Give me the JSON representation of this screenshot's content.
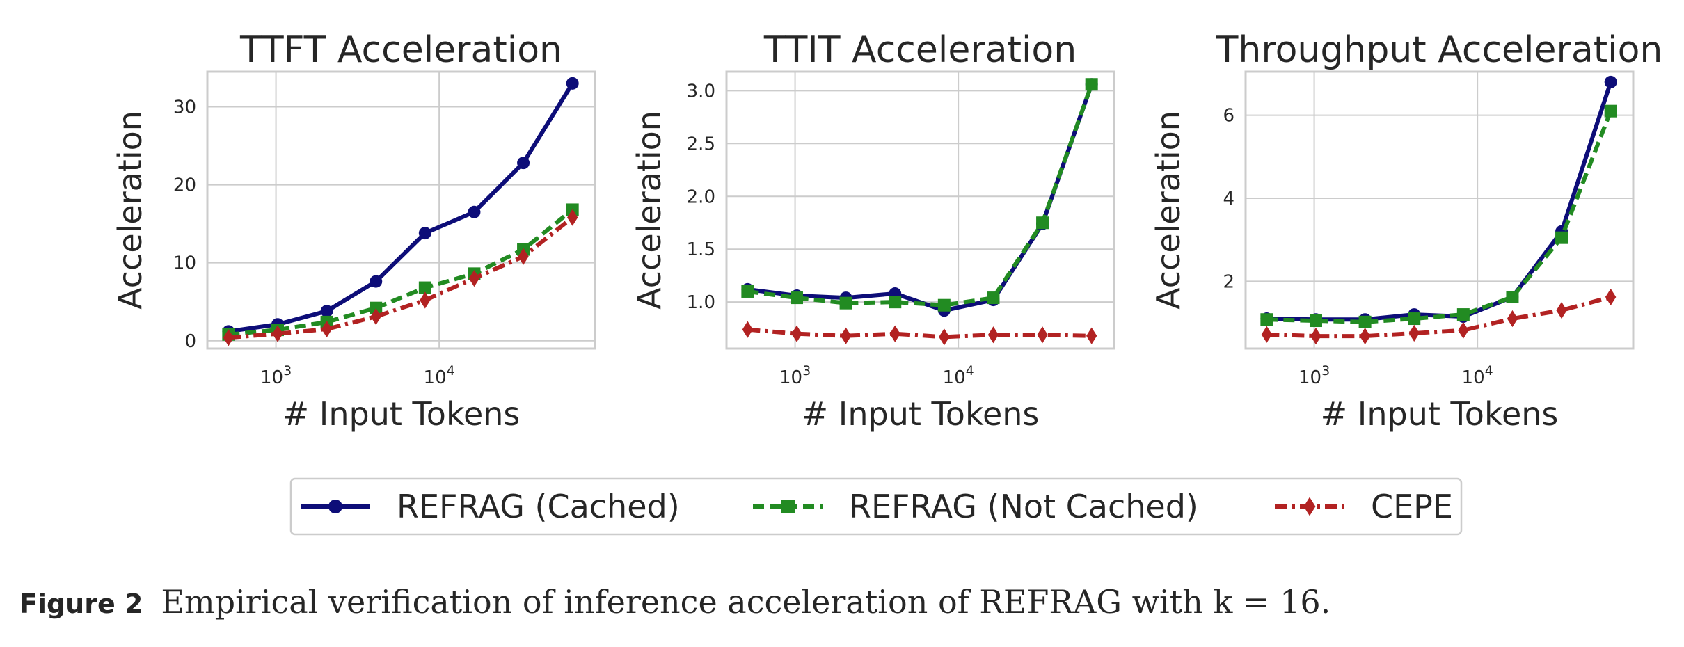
{
  "chart_data": [
    {
      "type": "line",
      "title": "TTFT Acceleration",
      "xlabel": "# Input Tokens",
      "ylabel": "Acceleration",
      "x_scale": "log",
      "x": [
        512,
        1024,
        2048,
        4096,
        8192,
        16384,
        32768,
        65536
      ],
      "xlim": [
        380,
        90000
      ],
      "ylim": [
        -1,
        34.5
      ],
      "x_ticks": [
        {
          "value": 1000,
          "label": "10^3"
        },
        {
          "value": 10000,
          "label": "10^4"
        }
      ],
      "y_ticks": [
        0,
        10,
        20,
        30
      ],
      "grid": true,
      "series": [
        {
          "name": "REFRAG (Cached)",
          "values": [
            1.2,
            2.1,
            3.8,
            7.6,
            13.8,
            16.5,
            22.8,
            33.0
          ]
        },
        {
          "name": "REFRAG (Not Cached)",
          "values": [
            0.8,
            1.4,
            2.4,
            4.2,
            6.8,
            8.6,
            11.7,
            16.8
          ]
        },
        {
          "name": "CEPE",
          "values": [
            0.4,
            0.9,
            1.5,
            3.1,
            5.2,
            8.0,
            10.8,
            15.8
          ]
        }
      ]
    },
    {
      "type": "line",
      "title": "TTIT Acceleration",
      "xlabel": "# Input Tokens",
      "ylabel": "Acceleration",
      "x_scale": "log",
      "x": [
        512,
        1024,
        2048,
        4096,
        8192,
        16384,
        32768,
        65536
      ],
      "xlim": [
        380,
        90000
      ],
      "ylim": [
        0.56,
        3.18
      ],
      "x_ticks": [
        {
          "value": 1000,
          "label": "10^3"
        },
        {
          "value": 10000,
          "label": "10^4"
        }
      ],
      "y_ticks": [
        1.0,
        1.5,
        2.0,
        2.5,
        3.0
      ],
      "y_tick_labels": [
        "1.0",
        "1.5",
        "2.0",
        "2.5",
        "3.0"
      ],
      "grid": true,
      "series": [
        {
          "name": "REFRAG (Cached)",
          "values": [
            1.12,
            1.06,
            1.04,
            1.08,
            0.92,
            1.02,
            1.74,
            3.06
          ]
        },
        {
          "name": "REFRAG (Not Cached)",
          "values": [
            1.1,
            1.04,
            0.99,
            1.0,
            0.97,
            1.04,
            1.75,
            3.06
          ]
        },
        {
          "name": "CEPE",
          "values": [
            0.74,
            0.7,
            0.68,
            0.7,
            0.67,
            0.69,
            0.69,
            0.68
          ]
        }
      ]
    },
    {
      "type": "line",
      "title": "Throughput Acceleration",
      "xlabel": "# Input Tokens",
      "ylabel": "Acceleration",
      "x_scale": "log",
      "x": [
        512,
        1024,
        2048,
        4096,
        8192,
        16384,
        32768,
        65536
      ],
      "xlim": [
        380,
        90000
      ],
      "ylim": [
        0.38,
        7.05
      ],
      "x_ticks": [
        {
          "value": 1000,
          "label": "10^3"
        },
        {
          "value": 10000,
          "label": "10^4"
        }
      ],
      "y_ticks": [
        2,
        4,
        6
      ],
      "grid": true,
      "series": [
        {
          "name": "REFRAG (Cached)",
          "values": [
            1.1,
            1.08,
            1.08,
            1.2,
            1.15,
            1.62,
            3.2,
            6.8
          ]
        },
        {
          "name": "REFRAG (Not Cached)",
          "values": [
            1.08,
            1.05,
            1.02,
            1.1,
            1.2,
            1.62,
            3.05,
            6.1
          ]
        },
        {
          "name": "CEPE",
          "values": [
            0.72,
            0.68,
            0.68,
            0.75,
            0.82,
            1.1,
            1.3,
            1.62
          ]
        }
      ]
    }
  ],
  "legend": {
    "placement": "bottom-center",
    "items": [
      {
        "label": "REFRAG (Cached)",
        "color": "#0d0d78",
        "marker": "circle",
        "dash": "solid"
      },
      {
        "label": "REFRAG (Not Cached)",
        "color": "#228b22",
        "marker": "square",
        "dash": "dashed"
      },
      {
        "label": "CEPE",
        "color": "#b22222",
        "marker": "diamond",
        "dash": "dash-dot"
      }
    ]
  },
  "colors": {
    "axes_edge": "#cccccc",
    "grid": "#cccccc",
    "text": "#262626"
  },
  "caption": {
    "label": "Figure 2",
    "text": "Empirical verification of inference acceleration of REFRAG with k = 16."
  }
}
